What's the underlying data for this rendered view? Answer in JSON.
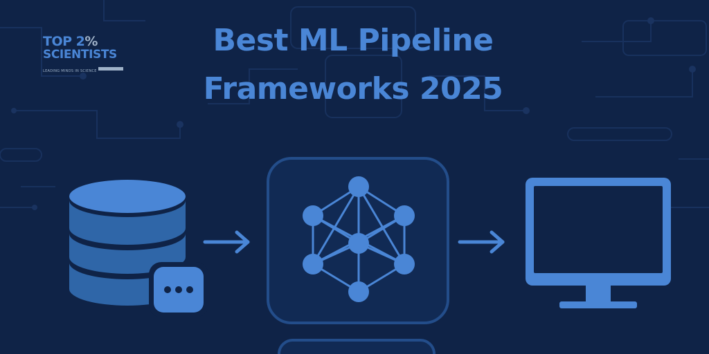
{
  "logo": {
    "line1_text": "TOP 2",
    "line1_symbol": "%",
    "line2": "SCIENTISTS",
    "tagline": "LEADING MINDS IN SCIENCE"
  },
  "title": {
    "line1": "Best ML Pipeline",
    "line2": "Frameworks 2025"
  },
  "icons": {
    "left": "database-icon",
    "badge": "chat-bubble-icon",
    "center": "neural-network-icon",
    "right": "monitor-icon",
    "arrows": "arrow-right-icon"
  },
  "colors": {
    "background": "#0f2347",
    "accent": "#4a86d6",
    "icon_dark": "#2f66a8",
    "muted": "#9fb2c8"
  }
}
